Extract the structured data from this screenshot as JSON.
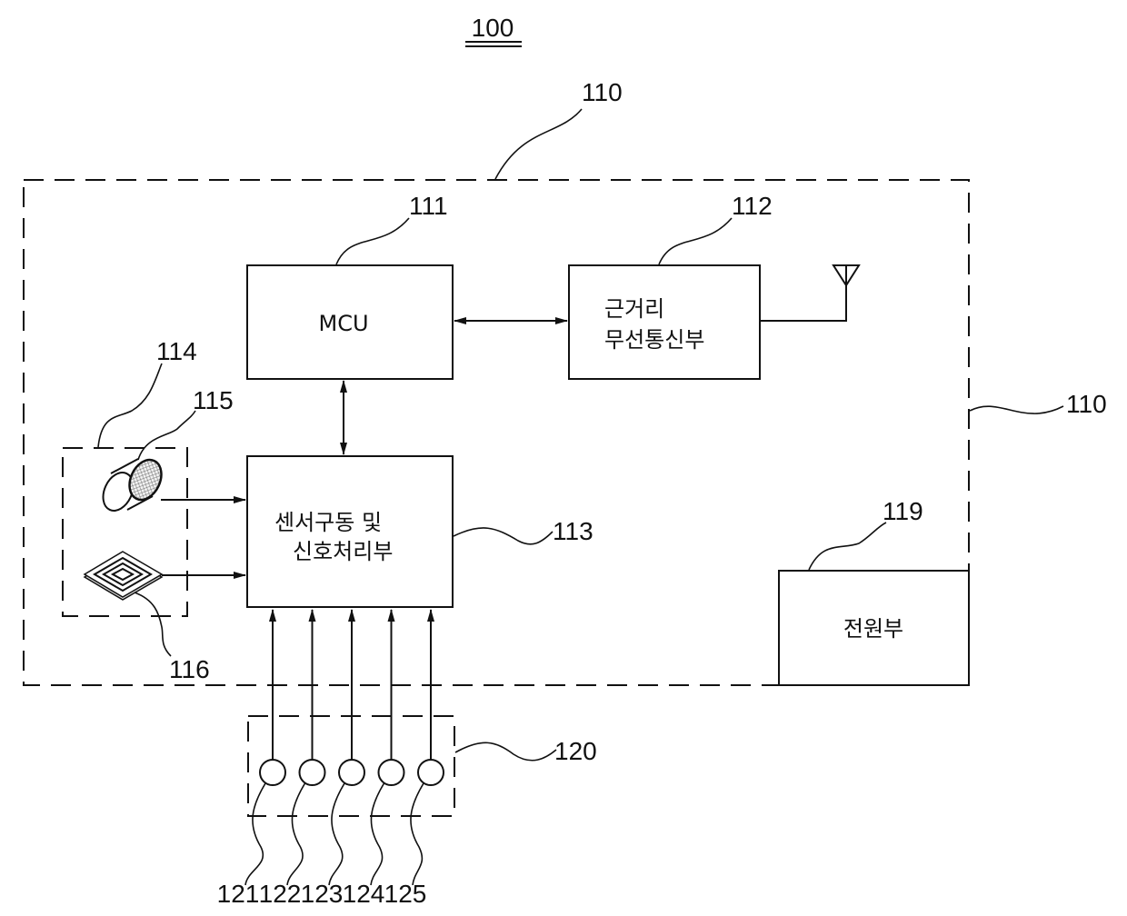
{
  "figure": {
    "title_ref": "100"
  },
  "outer_box": {
    "ref": "110"
  },
  "blocks": {
    "mcu": {
      "ref": "111",
      "label": "MCU"
    },
    "wireless": {
      "ref": "112",
      "line1": "근거리",
      "line2": "무선통신부"
    },
    "signal": {
      "ref": "113",
      "line1": "센서구동 및",
      "line2": "신호처리부"
    },
    "power": {
      "ref": "119",
      "label": "전원부"
    }
  },
  "sensor_group": {
    "ref": "114",
    "sensor_a_ref": "115",
    "sensor_b_ref": "116"
  },
  "electrode_group": {
    "ref": "120",
    "electrodes": [
      "121",
      "122",
      "123",
      "124",
      "125"
    ]
  },
  "side_ref": "110"
}
